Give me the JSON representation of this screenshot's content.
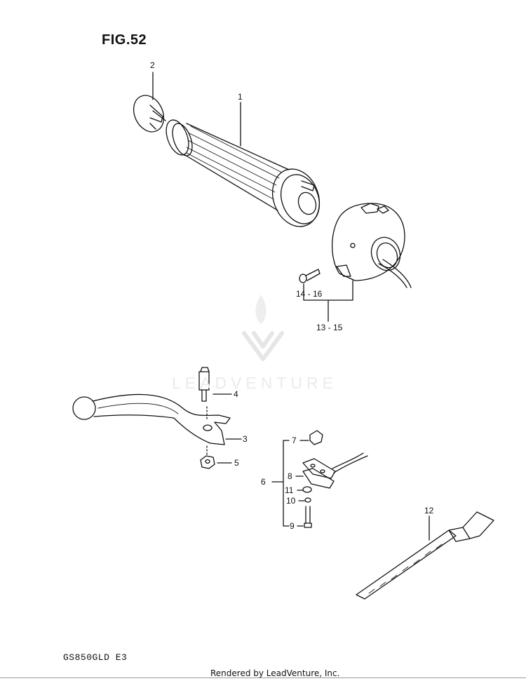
{
  "figure": {
    "title": "FIG.52",
    "model": "GS850GLD  E3",
    "footer": "Rendered by LeadVenture, Inc.",
    "watermark": "LEADVENTURE"
  },
  "callouts": {
    "c1": "1",
    "c2": "2",
    "c3": "3",
    "c4": "4",
    "c5": "5",
    "c6": "6",
    "c7": "7",
    "c8": "8",
    "c9": "9",
    "c10": "10",
    "c11": "11",
    "c12": "12",
    "c13_15": "13 - 15",
    "c14_16": "14 - 16"
  },
  "colors": {
    "ink": "#111111",
    "watermark": "#e6e6e6"
  }
}
